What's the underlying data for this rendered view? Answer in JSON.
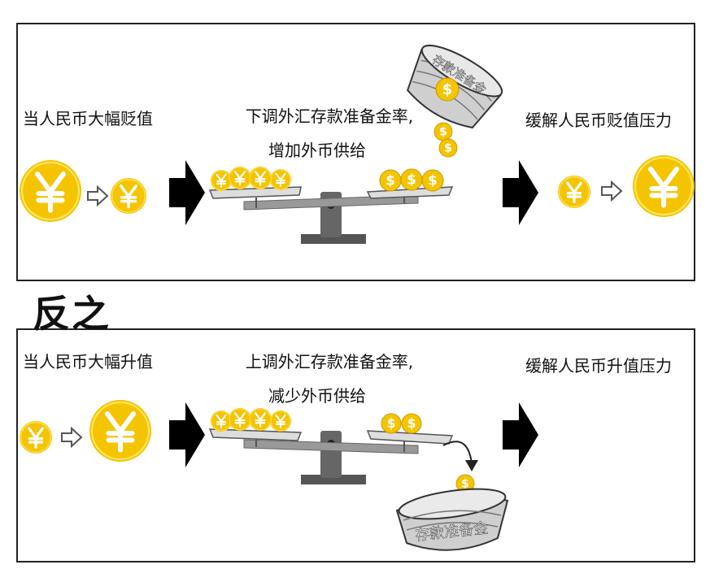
{
  "top_panel": {
    "left_caption": "当人民币大幅贬值",
    "center_line1": "下调外汇存款准备金率,",
    "center_line2": "增加外币供给",
    "right_caption": "缓解人民币贬值压力",
    "bucket_label": "存款准备金",
    "currency_symbol": "¥",
    "dollar_symbol": "$"
  },
  "separator_label": "反之",
  "bottom_panel": {
    "left_caption": "当人民币大幅升值",
    "center_line1": "上调外汇存款准备金率,",
    "center_line2": "减少外币供给",
    "right_caption": "缓解人民币升值压力",
    "bucket_label": "存款准备金",
    "currency_symbol": "¥",
    "dollar_symbol": "$"
  },
  "colors": {
    "coin": "#f5c400",
    "coin_dark": "#d9a600",
    "arrow": "#000000",
    "scale": "#555555"
  }
}
